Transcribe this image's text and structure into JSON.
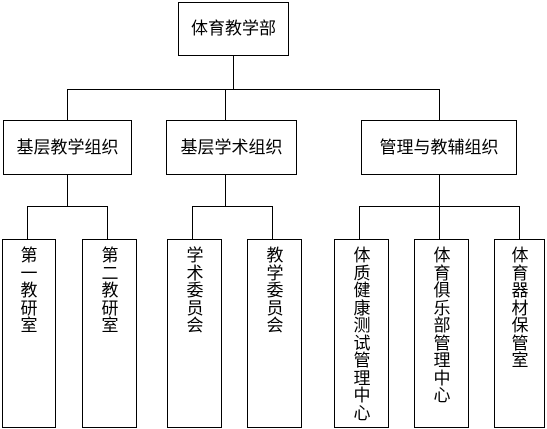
{
  "root": {
    "label": "体育教学部"
  },
  "groups": [
    {
      "label": "基层教学组织",
      "children": [
        {
          "label": "第一教研室"
        },
        {
          "label": "第二教研室"
        }
      ]
    },
    {
      "label": "基层学术组织",
      "children": [
        {
          "label": "学术委员会"
        },
        {
          "label": "教学委员会"
        }
      ]
    },
    {
      "label": "管理与教辅组织",
      "children": [
        {
          "label": "体质健康测试管理中心"
        },
        {
          "label": "体育俱乐部管理中心"
        },
        {
          "label": "体育器材保管室"
        }
      ]
    }
  ]
}
